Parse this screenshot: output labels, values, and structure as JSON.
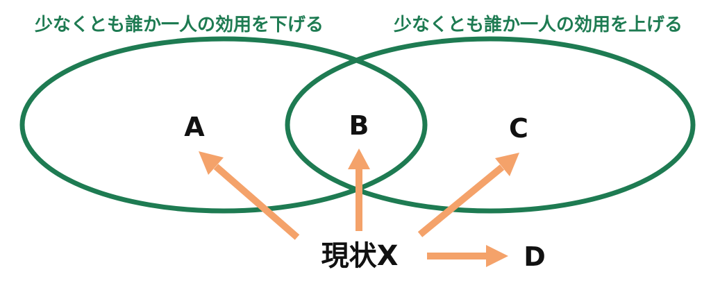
{
  "colors": {
    "ellipse": "#1e7b52",
    "set_label": "#1e7b52",
    "arrow": "#f4a26a",
    "text": "#111111",
    "background": "#ffffff"
  },
  "sets": {
    "left_label": "少なくとも誰か一人の効用を下げる",
    "right_label": "少なくとも誰か一人の効用を上げる"
  },
  "regions": {
    "a": "A",
    "b": "B",
    "c": "C",
    "d": "D"
  },
  "current_state": "現状X"
}
